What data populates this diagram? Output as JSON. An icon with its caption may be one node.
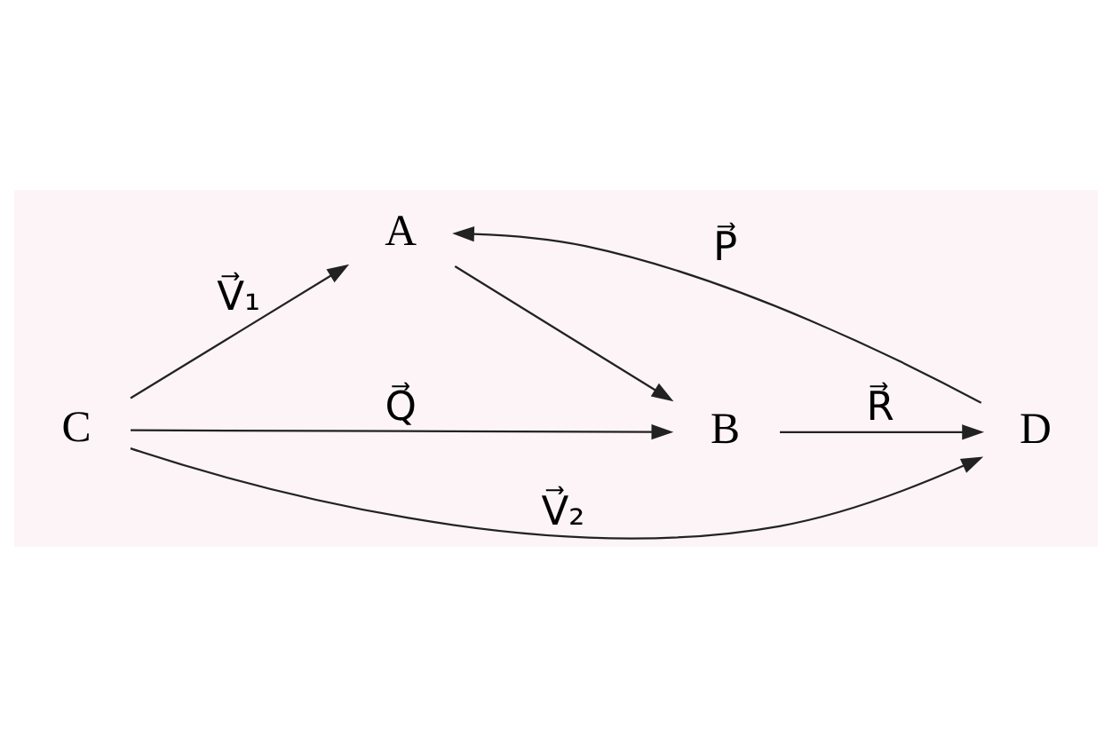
{
  "diagram": {
    "nodes": [
      {
        "text": [
          "A"
        ]
      },
      {
        "text": [
          "B"
        ]
      },
      {
        "text": [
          "C"
        ]
      },
      {
        "text": [
          "D"
        ]
      }
    ],
    "edges": [
      {
        "from": 2,
        "to": 0,
        "arrow": "to",
        "label": "V⃗₁"
      },
      {
        "from": 0,
        "to": 1,
        "arrow": "to"
      },
      {
        "from": 2,
        "to": 1,
        "arrow": "to",
        "label": "Q⃗"
      },
      {
        "from": 3,
        "to": 0,
        "arrow": "to",
        "label": "P⃗"
      },
      {
        "from": 1,
        "to": 3,
        "arrow": "to",
        "label": "R⃗"
      },
      {
        "from": 2,
        "to": 3,
        "arrow": "to",
        "label": "V⃗₂"
      }
    ]
  }
}
